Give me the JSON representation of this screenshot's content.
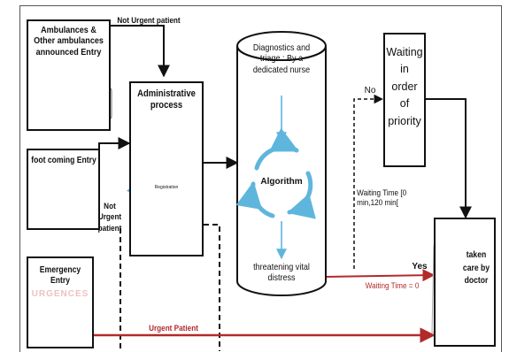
{
  "entries": {
    "ambulance_title": "Ambulances & Other ambulances announced Entry",
    "foot_title": "foot coming Entry",
    "emergency_title": "Emergency Entry",
    "emergency_sign": "URGENCES"
  },
  "admin": {
    "title": "Administrative process",
    "center_label": "Registration"
  },
  "triage": {
    "diagnostics": "Diagnostics and triage : By a dedicated nurse",
    "algorithm": "Algorithm",
    "threatening": "threatening vital distress"
  },
  "waiting_box": {
    "text": "Waiting in order of priority"
  },
  "doctor_box": {
    "text": "taken care by doctor"
  },
  "edge_labels": {
    "not_urgent_top": "Not Urgent patient",
    "not_urgent_side": "Not Urgent patient",
    "no": "No",
    "waiting_time": "Waiting Time [0 min,120 min[",
    "yes": "Yes",
    "waiting_zero": "Waiting Time = 0",
    "urgent_patient": "Urgent Patient"
  },
  "colors": {
    "urgent_line": "#b22a2a",
    "cycle_blue": "#5fb6dd",
    "cylinder_arrow": "#7fc4e6"
  }
}
